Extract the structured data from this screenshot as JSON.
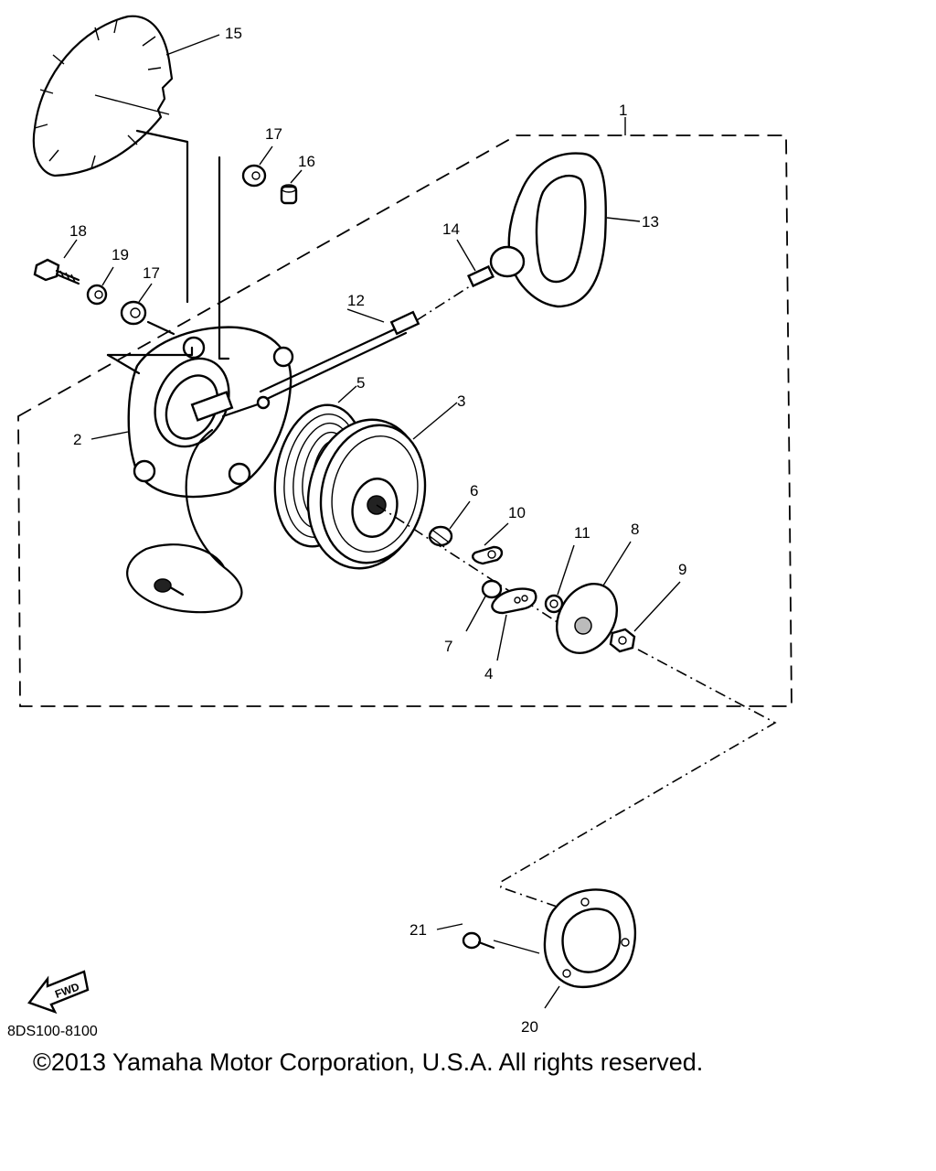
{
  "labels": {
    "l1": "1",
    "l2": "2",
    "l3": "3",
    "l4": "4",
    "l5": "5",
    "l6": "6",
    "l7": "7",
    "l8": "8",
    "l9": "9",
    "l10": "10",
    "l11": "11",
    "l12": "12",
    "l13": "13",
    "l14": "14",
    "l15": "15",
    "l16": "16",
    "l17a": "17",
    "l17b": "17",
    "l18": "18",
    "l19": "19",
    "l20": "20",
    "l21": "21"
  },
  "fwd_label": "FWD",
  "diagram_code": "8DS100-8100",
  "copyright": "©2013 Yamaha Motor Corporation, U.S.A. All rights reserved."
}
